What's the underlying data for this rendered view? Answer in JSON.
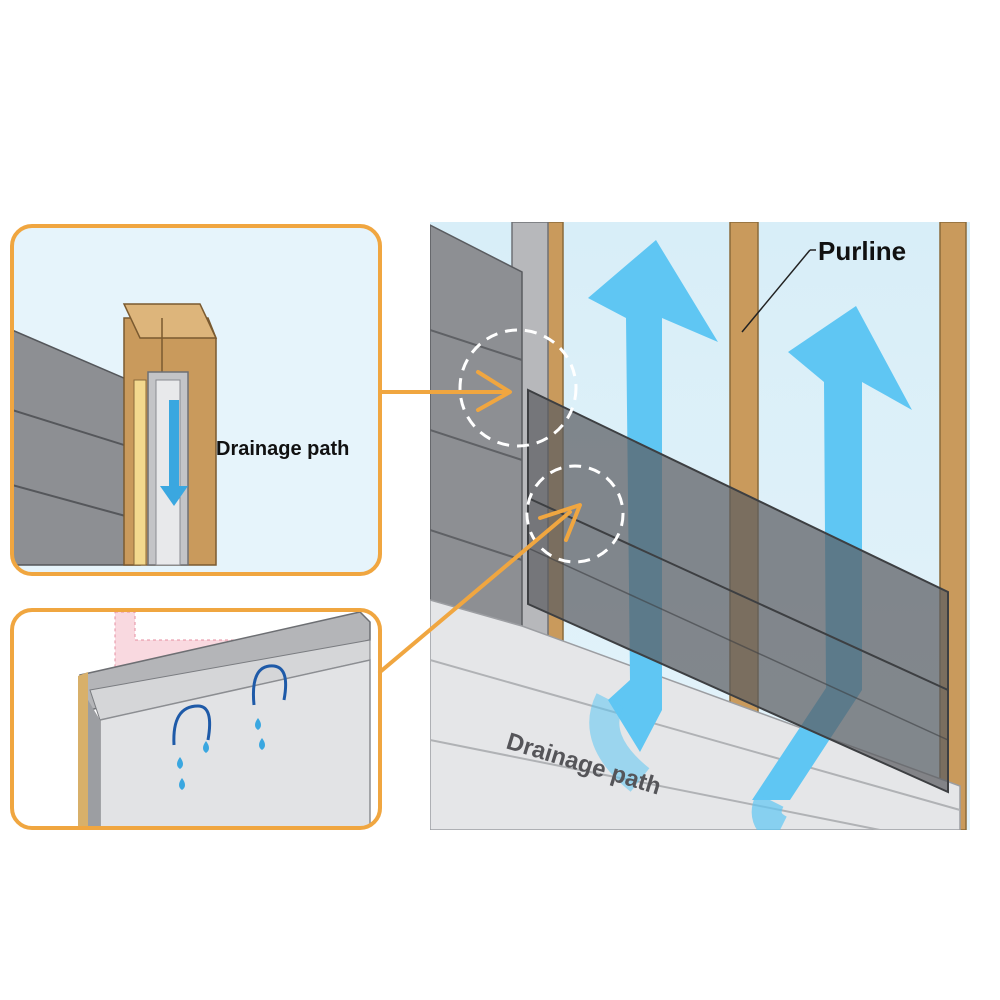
{
  "labels": {
    "purline": "Purline",
    "drainage_path_detail": "Drainage path",
    "drainage_path_main": "Drainage path"
  },
  "colors": {
    "callout_border": "#f0a640",
    "wood": "#c99a5c",
    "siding": "#8d8f93",
    "air_arrow": "#5fc6f3",
    "water_drop": "#3aa7e0"
  },
  "icons": {
    "air_flow": "arrow-up-icon",
    "water": "water-drop-icon",
    "drainage_direction": "arrow-down-icon"
  }
}
